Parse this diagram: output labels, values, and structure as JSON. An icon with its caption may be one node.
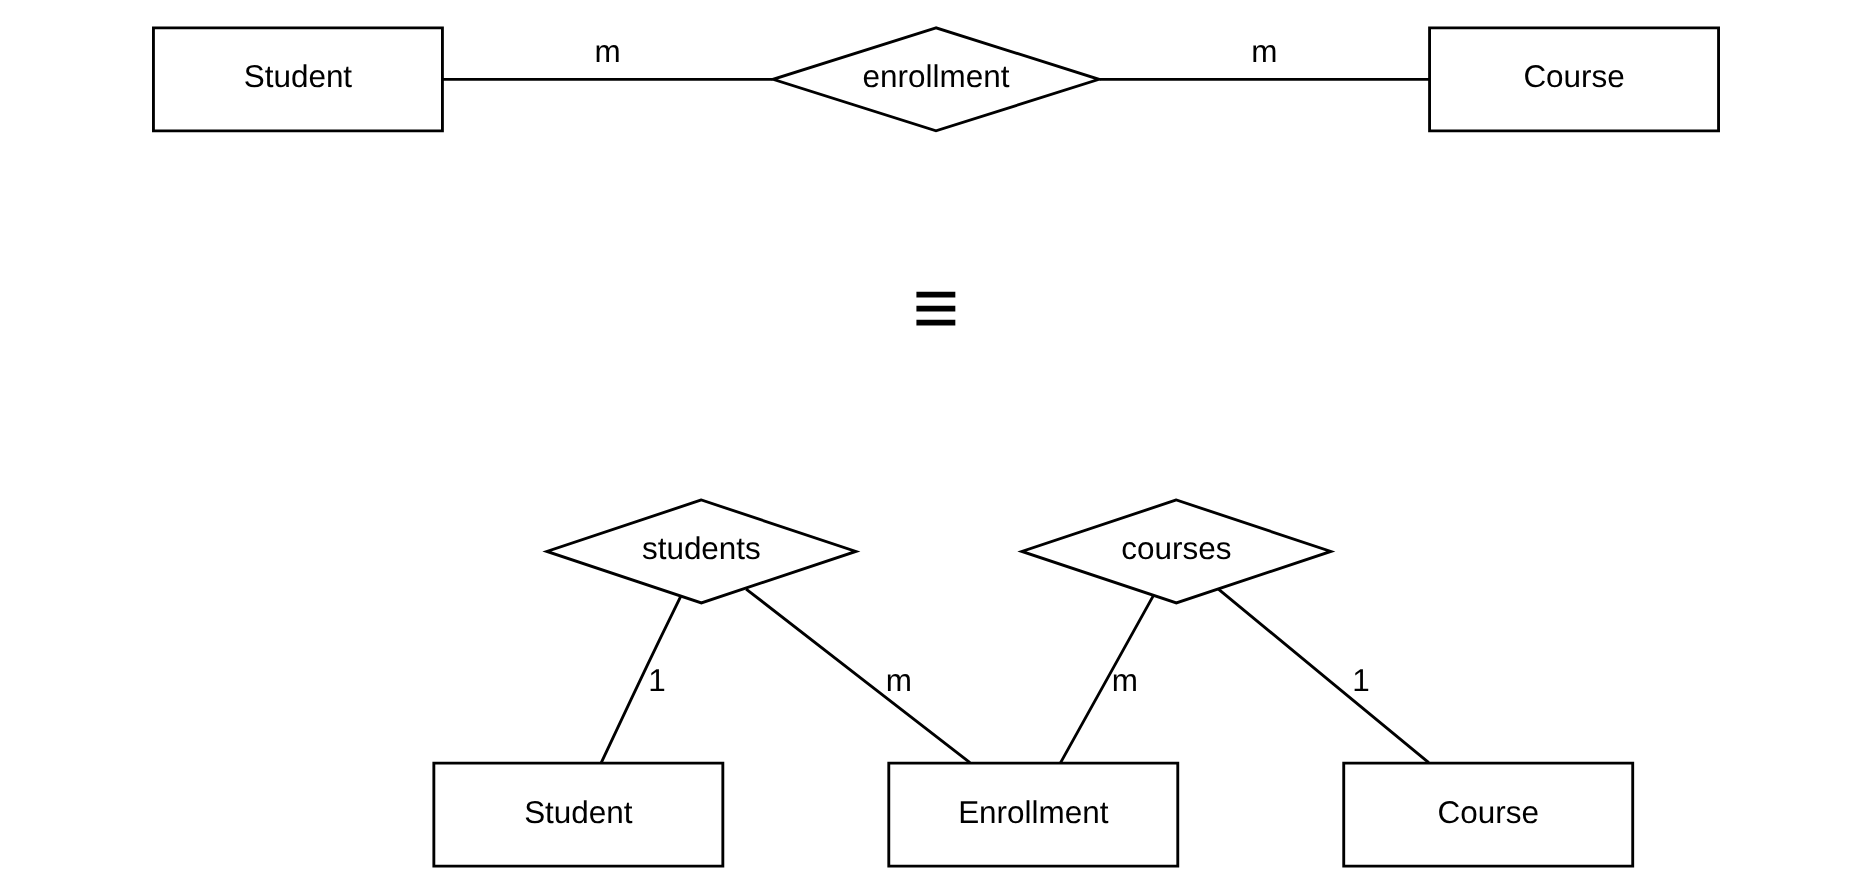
{
  "diagram": {
    "nodes": [
      {
        "text": [
          "Student"
        ]
      },
      {
        "text": [
          "enrollment"
        ]
      },
      {
        "text": [
          "Course"
        ]
      },
      {
        "text": [
          "students"
        ]
      },
      {
        "text": [
          "courses"
        ]
      },
      {
        "text": [
          "Student"
        ]
      },
      {
        "text": [
          "Enrollment"
        ]
      },
      {
        "text": [
          "Course"
        ]
      }
    ],
    "edges": [
      {
        "from": 0,
        "to": 1,
        "arrow": "none",
        "label": "m"
      },
      {
        "from": 1,
        "to": 2,
        "arrow": "none",
        "label": "m"
      },
      {
        "from": 5,
        "to": 3,
        "arrow": "none",
        "label": "1"
      },
      {
        "from": 3,
        "to": 6,
        "arrow": "none",
        "label": "m"
      },
      {
        "from": 6,
        "to": 4,
        "arrow": "none",
        "label": "m"
      },
      {
        "from": 4,
        "to": 7,
        "arrow": "none",
        "label": "1"
      }
    ],
    "labels": [
      "≡"
    ]
  }
}
